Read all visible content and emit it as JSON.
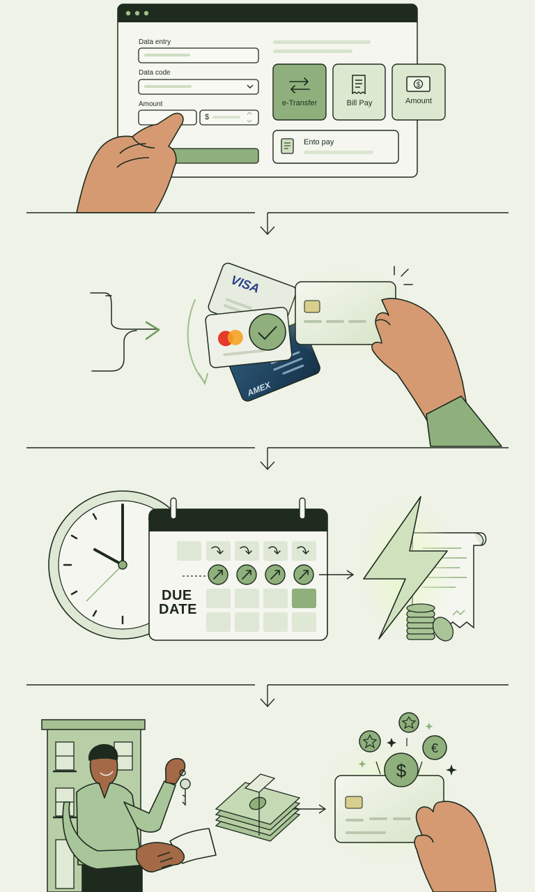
{
  "form": {
    "data_entry_label": "Data entry",
    "data_code_label": "Data code",
    "amount_label": "Amount",
    "currency_symbol": "$"
  },
  "methods": {
    "etransfer": "e-Transfer",
    "billpay": "Bill Pay",
    "amount": "Amount",
    "auto_pay": "Ento pay"
  },
  "cards": {
    "visa": "VISA",
    "amex": "AMEX"
  },
  "calendar": {
    "due_line1": "DUE",
    "due_line2": "DATE"
  },
  "icons": [
    "transfer-icon",
    "receipt-icon",
    "banknote-icon",
    "document-icon",
    "checkmark-icon",
    "clock-icon",
    "calendar-icon",
    "lightning-icon",
    "coins-icon",
    "key-icon",
    "cash-bundle-icon",
    "dollar-coin-icon",
    "euro-coin-icon",
    "star-coin-icon",
    "sparkle-icon"
  ],
  "colors": {
    "background": "#eef2e7",
    "accent": "#8fb07c",
    "accent_dark": "#5f8a52",
    "ink": "#1e2a1e",
    "skin": "#d59a72"
  }
}
